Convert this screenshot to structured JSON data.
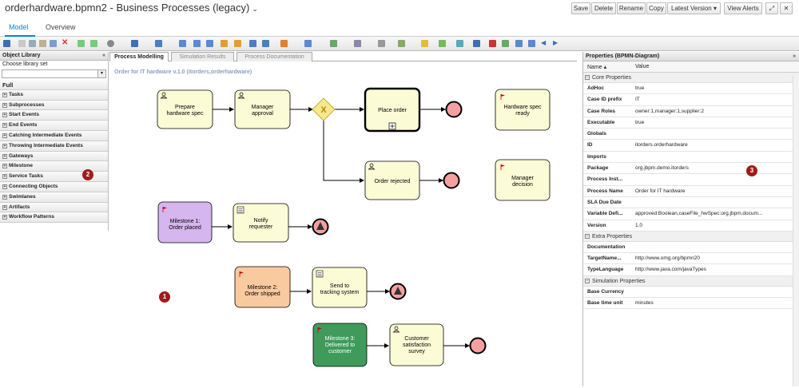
{
  "header": {
    "title": "orderhardware.bpmn2 - Business Processes (legacy)",
    "buttons": {
      "save": "Save",
      "delete": "Delete",
      "rename": "Rename",
      "copy": "Copy",
      "latest_version": "Latest Version",
      "view_alerts": "View Alerts"
    }
  },
  "page_tabs": {
    "model": "Model",
    "overview": "Overview"
  },
  "object_library": {
    "title": "Object Library",
    "choose_label": "Choose library set",
    "groups": [
      "Full",
      "Tasks",
      "Subprocesses",
      "Start Events",
      "End Events",
      "Catching Intermediate Events",
      "Throwing Intermediate Events",
      "Gateways",
      "Milestone",
      "Service Tasks",
      "Connecting Objects",
      "Swimlanes",
      "Artifacts",
      "Workflow Patterns"
    ]
  },
  "canvas_tabs": {
    "modelling": "Process Modelling",
    "simulation": "Simulation Results",
    "documentation": "Process Documentation"
  },
  "process_label": "Order for IT hardware v.1.0 (itorders,orderhardware)",
  "diagram": {
    "prepare": [
      "Prepare",
      "hardware spec"
    ],
    "manager_approval": [
      "Manager",
      "approval"
    ],
    "place_order": [
      "Place order"
    ],
    "order_rejected": [
      "Order rejected"
    ],
    "hw_spec_ready": [
      "Hardware spec",
      "ready"
    ],
    "manager_decision": [
      "Manager",
      "decision"
    ],
    "milestone1": [
      "Milestone 1:",
      "Order placed"
    ],
    "notify": [
      "Notify",
      "requester"
    ],
    "milestone2": [
      "Milestone 2:",
      "Order shipped"
    ],
    "send_tracking": [
      "Send to",
      "tracking system"
    ],
    "milestone3": [
      "Milestone 3:",
      "Delivered to",
      "customer"
    ],
    "survey": [
      "Customer",
      "satisfaction",
      "survey"
    ]
  },
  "properties": {
    "title": "Properties (BPMN-Diagram)",
    "col_name": "Name ▴",
    "col_value": "Value",
    "core_title": "Core Properties",
    "core": [
      {
        "k": "AdHoc",
        "v": "true"
      },
      {
        "k": "Case ID prefix",
        "v": "IT"
      },
      {
        "k": "Case Roles",
        "v": "owner:1,manager:1,supplier:2"
      },
      {
        "k": "Executable",
        "v": "true"
      },
      {
        "k": "Globals",
        "v": ""
      },
      {
        "k": "ID",
        "v": "itorders.orderhardware"
      },
      {
        "k": "Imports",
        "v": ""
      },
      {
        "k": "Package",
        "v": "org.jbpm.demo.itorders"
      },
      {
        "k": "Process Inst...",
        "v": ""
      },
      {
        "k": "Process Name",
        "v": "Order for IT hardware"
      },
      {
        "k": "SLA Due Date",
        "v": ""
      },
      {
        "k": "Variable Defi...",
        "v": "approved:Boolean,caseFile_hwSpec:org.jbpm.docum..."
      },
      {
        "k": "Version",
        "v": "1.0"
      }
    ],
    "extra_title": "Extra Properties",
    "extra": [
      {
        "k": "Documentation",
        "v": ""
      },
      {
        "k": "TargetName...",
        "v": "http://www.omg.org/bpmn20"
      },
      {
        "k": "TypeLanguage",
        "v": "http://www.java.com/javaTypes"
      }
    ],
    "sim_title": "Simulation Properties",
    "sim": [
      {
        "k": "Base Currency",
        "v": ""
      },
      {
        "k": "Base time unit",
        "v": "minutes"
      }
    ]
  },
  "markers": {
    "m1": "1",
    "m2": "2",
    "m3": "3"
  },
  "colors": {
    "accent": "#0088ce",
    "task_fill": "#fbfbd6",
    "milestone1": "#d6b6ee",
    "milestone2": "#f9c9a0",
    "milestone3": "#3f9a5c",
    "marker": "#a01c1c"
  }
}
